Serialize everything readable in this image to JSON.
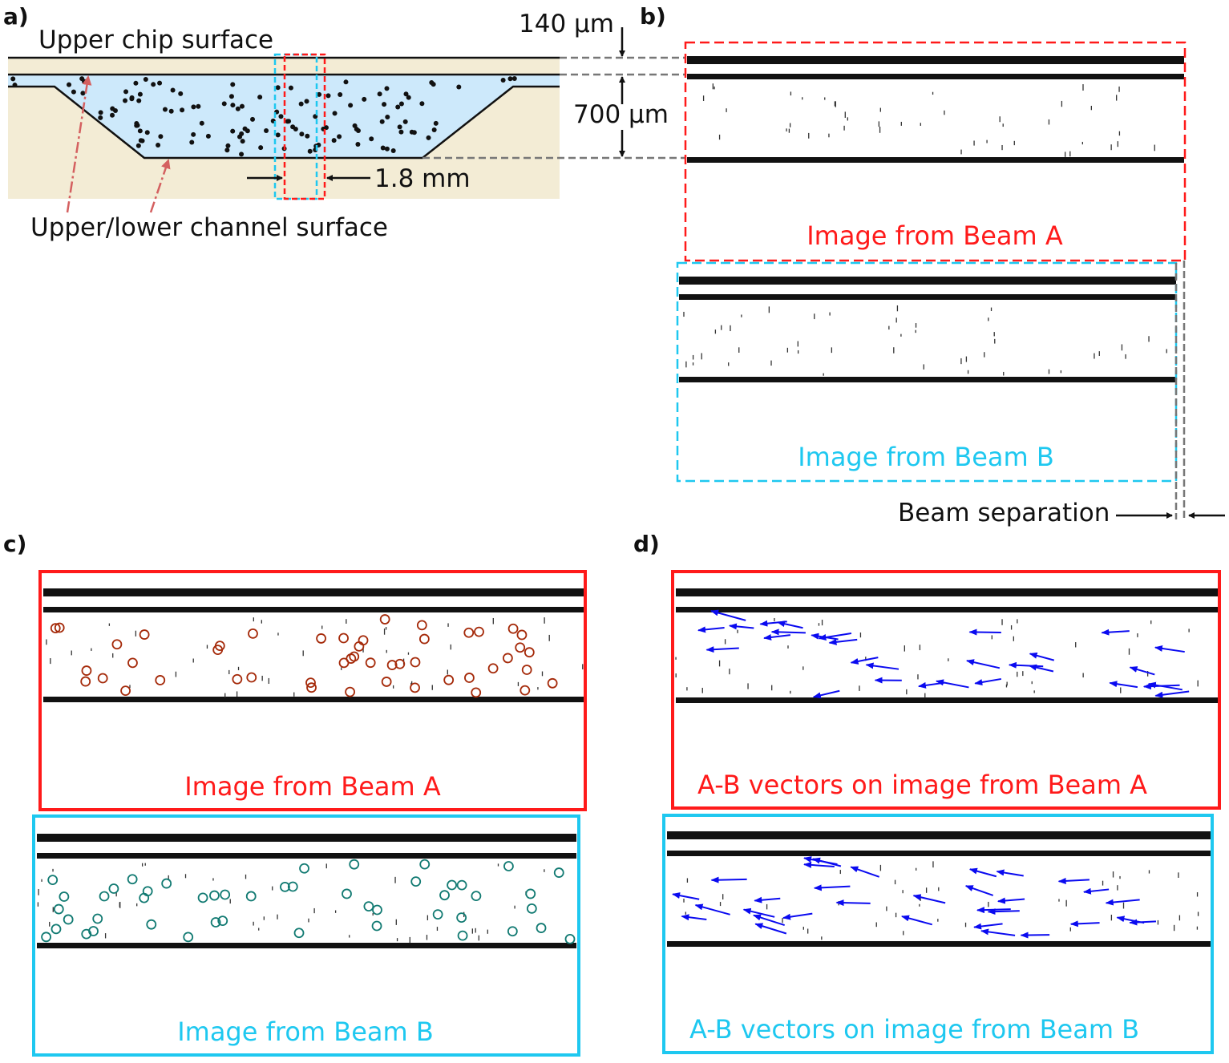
{
  "panels": {
    "a": "a)",
    "b": "b)",
    "c": "c)",
    "d": "d)"
  },
  "panel_a": {
    "upper_chip_surface": "Upper chip surface",
    "channel_surface": "Upper/lower channel surface",
    "width_label": "1.8 mm"
  },
  "panel_b": {
    "top_thickness": "140 µm",
    "channel_depth": "700 µm",
    "beam_a_caption": "Image from Beam A",
    "beam_b_caption": "Image from Beam B",
    "beam_separation": "Beam separation"
  },
  "panel_c": {
    "beam_a_caption": "Image from Beam A",
    "beam_b_caption": "Image from Beam B"
  },
  "panel_d": {
    "beam_a_caption": "A-B vectors on image from Beam A",
    "beam_b_caption": "A-B vectors on image from Beam B"
  },
  "colors": {
    "beam_a": "#ff1a1a",
    "beam_b": "#1ec8f0",
    "chip": "#f3ecd5",
    "fluid": "#cde9fb",
    "circle_a": "#a52a0a",
    "circle_b": "#117a72",
    "vector": "#0a0af0",
    "annotation_arrow": "#d46060"
  }
}
